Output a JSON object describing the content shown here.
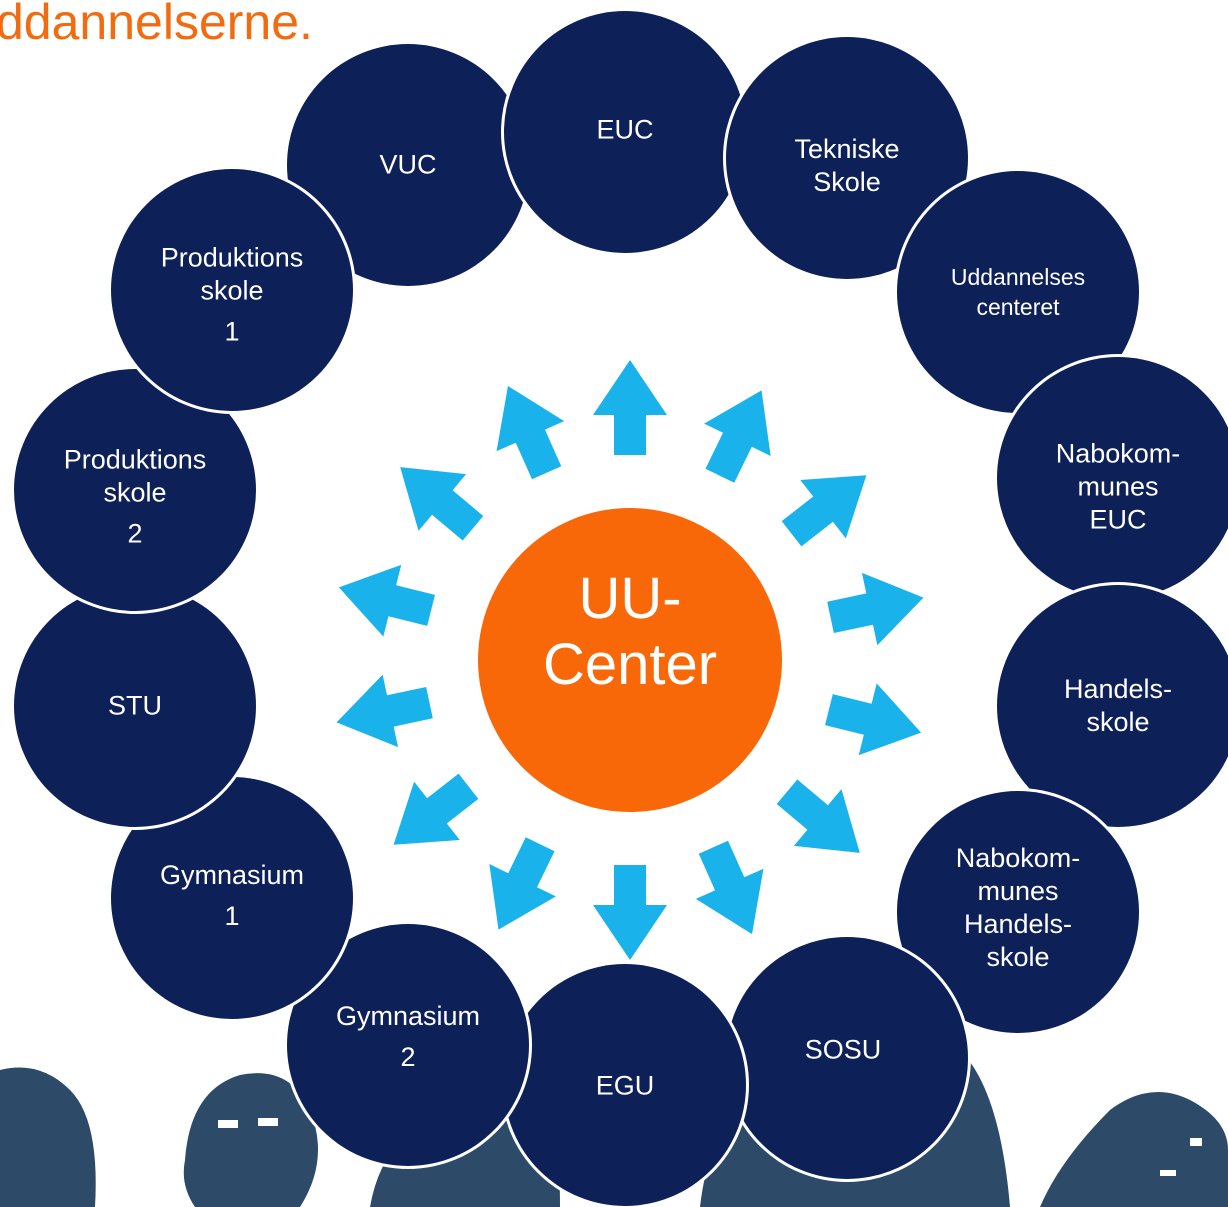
{
  "title": "ddannelserne.",
  "hub": {
    "line1": "UU-",
    "line2": "Center"
  },
  "colors": {
    "title": "#f26b0f",
    "hub": "#f96808",
    "node": "#0d2158",
    "arrow": "#1ab2ea",
    "photo": "#2d4a68"
  },
  "nodes": [
    {
      "lines": [
        "VUC"
      ]
    },
    {
      "lines": [
        "EUC"
      ]
    },
    {
      "lines": [
        "Tekniske",
        "Skole"
      ]
    },
    {
      "lines": [
        "Uddannelses",
        "centeret"
      ]
    },
    {
      "lines": [
        "Nabokom-",
        "munes",
        "EUC"
      ]
    },
    {
      "lines": [
        "Handels-",
        "skole"
      ]
    },
    {
      "lines": [
        "Nabokom-",
        "munes",
        "Handels-",
        "skole"
      ]
    },
    {
      "lines": [
        "SOSU"
      ]
    },
    {
      "lines": [
        "EGU"
      ]
    },
    {
      "lines": [
        "Gymnasium",
        "2"
      ]
    },
    {
      "lines": [
        "Gymnasium",
        "1"
      ]
    },
    {
      "lines": [
        "STU"
      ]
    },
    {
      "lines": [
        "Produktions",
        "skole",
        "2"
      ]
    },
    {
      "lines": [
        "Produktions",
        "skole",
        "1"
      ]
    }
  ],
  "arrow_count": 14
}
